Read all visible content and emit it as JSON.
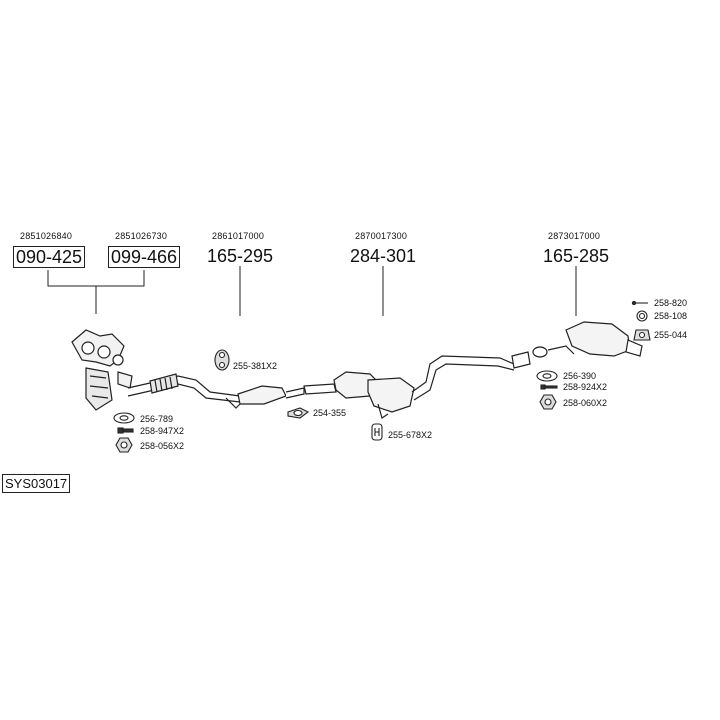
{
  "system_code": "SYS03017",
  "main_parts": [
    {
      "oem": "2851026840",
      "part": "090-425",
      "boxed": true
    },
    {
      "oem": "2851026730",
      "part": "099-466",
      "boxed": true
    },
    {
      "oem": "2861017000",
      "part": "165-295",
      "boxed": false
    },
    {
      "oem": "2870017300",
      "part": "284-301",
      "boxed": false
    },
    {
      "oem": "2873017000",
      "part": "165-285",
      "boxed": false
    }
  ],
  "accessories": [
    {
      "code": "256-789",
      "icon": "gasket-icon"
    },
    {
      "code": "258-947X2",
      "icon": "bolt-icon"
    },
    {
      "code": "258-056X2",
      "icon": "nut-icon"
    },
    {
      "code": "255-381X2",
      "icon": "rubber-mount-icon"
    },
    {
      "code": "254-355",
      "icon": "clamp-icon"
    },
    {
      "code": "255-678X2",
      "icon": "hanger-icon"
    },
    {
      "code": "256-390",
      "icon": "gasket-icon"
    },
    {
      "code": "258-924X2",
      "icon": "bolt-icon"
    },
    {
      "code": "258-060X2",
      "icon": "nut-icon"
    },
    {
      "code": "258-820",
      "icon": "pin-icon"
    },
    {
      "code": "258-108",
      "icon": "ring-icon"
    },
    {
      "code": "255-044",
      "icon": "rubber-mount-icon"
    }
  ]
}
